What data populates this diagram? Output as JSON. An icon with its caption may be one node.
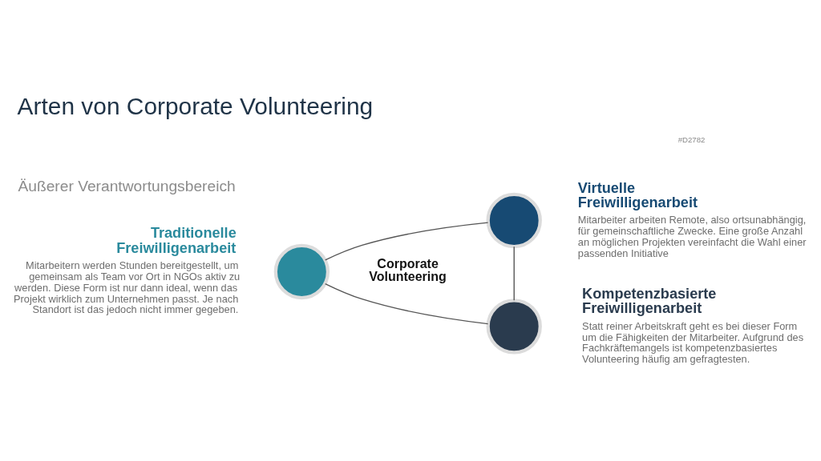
{
  "diagram": {
    "title": "Arten von Corporate Volunteering",
    "nodes": [
      {
        "text": [],
        "shape": "circle",
        "beside": [
          "Traditionelle Freiwilligenarbeit",
          "Mitarbeitern werden Stunden bereitgestellt, um gemeinsam als Team vor Ort in NGOs aktiv zu werden. Diese Form ist nur dann ideal, wenn das Projekt wirklich zum Unternehmen passt. Je nach Standort ist das jedoch nicht immer gegeben."
        ]
      },
      {
        "text": [],
        "shape": "circle",
        "beside": [
          "Virtuelle Freiwilligenarbeit",
          "Mitarbeiter arbeiten Remote, also ortsunabhängig, für gemeinschaftliche Zwecke. Eine große Anzahl an möglichen Projekten vereinfacht die Wahl einer passenden Initiative"
        ]
      },
      {
        "text": [],
        "shape": "circle",
        "beside": [
          "Kompetenzbasierte Freiwilligenarbeit",
          "Statt reiner Arbeitskraft geht es bei dieser Form um die Fähigkeiten der Mitarbeiter. Aufgrund des Fachkräftemangels ist kompetenzbasiertes Volunteering häufig am gefragtesten."
        ]
      }
    ],
    "edges": [
      {
        "from": 0,
        "to": 1,
        "arrow": "none"
      },
      {
        "from": 1,
        "to": 2,
        "arrow": "none"
      },
      {
        "from": 2,
        "to": 0,
        "arrow": "none"
      }
    ],
    "labels": [
      "#D2782",
      "Äußerer Verantwortungsbereich",
      "Corporate Volunteering"
    ]
  }
}
